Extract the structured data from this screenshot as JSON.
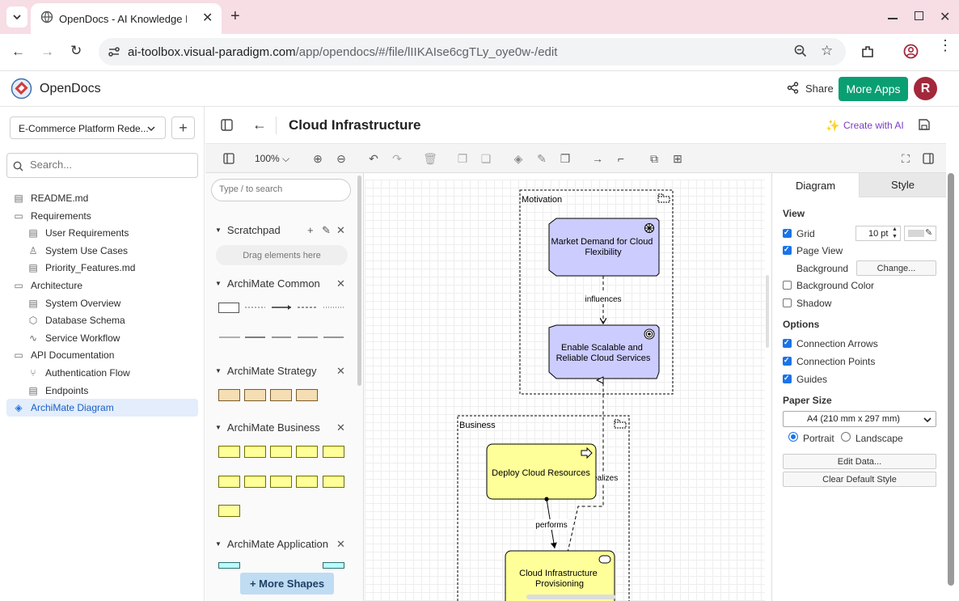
{
  "browser": {
    "tab_title": "OpenDocs - AI Knowledge Ba",
    "url_host": "ai-toolbox.visual-paradigm.com",
    "url_path": "/app/opendocs/#/file/lIIKAIse6cgTLy_oye0w-/edit"
  },
  "app": {
    "name": "OpenDocs",
    "share_label": "Share",
    "more_apps_label": "More Apps",
    "avatar_initial": "R"
  },
  "sidebar": {
    "project": "E-Commerce Platform Rede...",
    "search_placeholder": "Search...",
    "items": [
      {
        "label": "README.md",
        "icon": "document-icon"
      },
      {
        "label": "Requirements",
        "icon": "folder-icon"
      },
      {
        "label": "User Requirements",
        "icon": "document-icon"
      },
      {
        "label": "System Use Cases",
        "icon": "user-icon"
      },
      {
        "label": "Priority_Features.md",
        "icon": "document-icon"
      },
      {
        "label": "Architecture",
        "icon": "folder-icon"
      },
      {
        "label": "System Overview",
        "icon": "document-icon"
      },
      {
        "label": "Database Schema",
        "icon": "cube-icon"
      },
      {
        "label": "Service Workflow",
        "icon": "pulse-icon"
      },
      {
        "label": "API Documentation",
        "icon": "folder-icon"
      },
      {
        "label": "Authentication Flow",
        "icon": "flow-icon"
      },
      {
        "label": "Endpoints",
        "icon": "document-icon"
      },
      {
        "label": "ArchiMate Diagram",
        "icon": "layers-icon"
      }
    ]
  },
  "doc": {
    "title": "Cloud Infrastructure",
    "create_ai_label": "Create with AI",
    "zoom": "100%"
  },
  "shapes_panel": {
    "search_placeholder": "Type / to search",
    "scratchpad": "Scratchpad",
    "drag_hint": "Drag elements here",
    "sections": [
      "ArchiMate Common",
      "ArchiMate Strategy",
      "ArchiMate Business",
      "ArchiMate Application"
    ],
    "more_shapes": "+ More Shapes"
  },
  "diagram": {
    "groups": [
      {
        "label": "Motivation"
      },
      {
        "label": "Business"
      }
    ],
    "nodes": [
      {
        "label": "Market Demand for Cloud Flexibility",
        "type": "driver"
      },
      {
        "label": "Enable Scalable and Reliable Cloud Services",
        "type": "goal"
      },
      {
        "label": "Deploy Cloud Resources",
        "type": "business-process"
      },
      {
        "label": "Cloud Infrastructure Provisioning",
        "type": "business-service"
      }
    ],
    "edges": [
      {
        "label": "influences"
      },
      {
        "label": "realizes"
      },
      {
        "label": "performs"
      }
    ]
  },
  "right_panel": {
    "tabs": [
      "Diagram",
      "Style"
    ],
    "view_heading": "View",
    "grid_label": "Grid",
    "grid_size": "10 pt",
    "page_view_label": "Page View",
    "background_label": "Background",
    "change_label": "Change...",
    "background_color_label": "Background Color",
    "shadow_label": "Shadow",
    "options_heading": "Options",
    "connection_arrows_label": "Connection Arrows",
    "connection_points_label": "Connection Points",
    "guides_label": "Guides",
    "paper_size_heading": "Paper Size",
    "paper_size": "A4 (210 mm x 297 mm)",
    "portrait_label": "Portrait",
    "landscape_label": "Landscape",
    "edit_data_label": "Edit Data...",
    "clear_style_label": "Clear Default Style",
    "checks": {
      "grid": true,
      "page_view": true,
      "background_color": false,
      "shadow": false,
      "connection_arrows": true,
      "connection_points": true,
      "guides": true
    },
    "orientation": "Portrait"
  },
  "colors": {
    "accent": "#0a9e73",
    "avatar": "#a3283c",
    "motivation_fill": "#ccccff",
    "business_fill": "#ffff99",
    "selected_blue": "#1a73e8"
  }
}
